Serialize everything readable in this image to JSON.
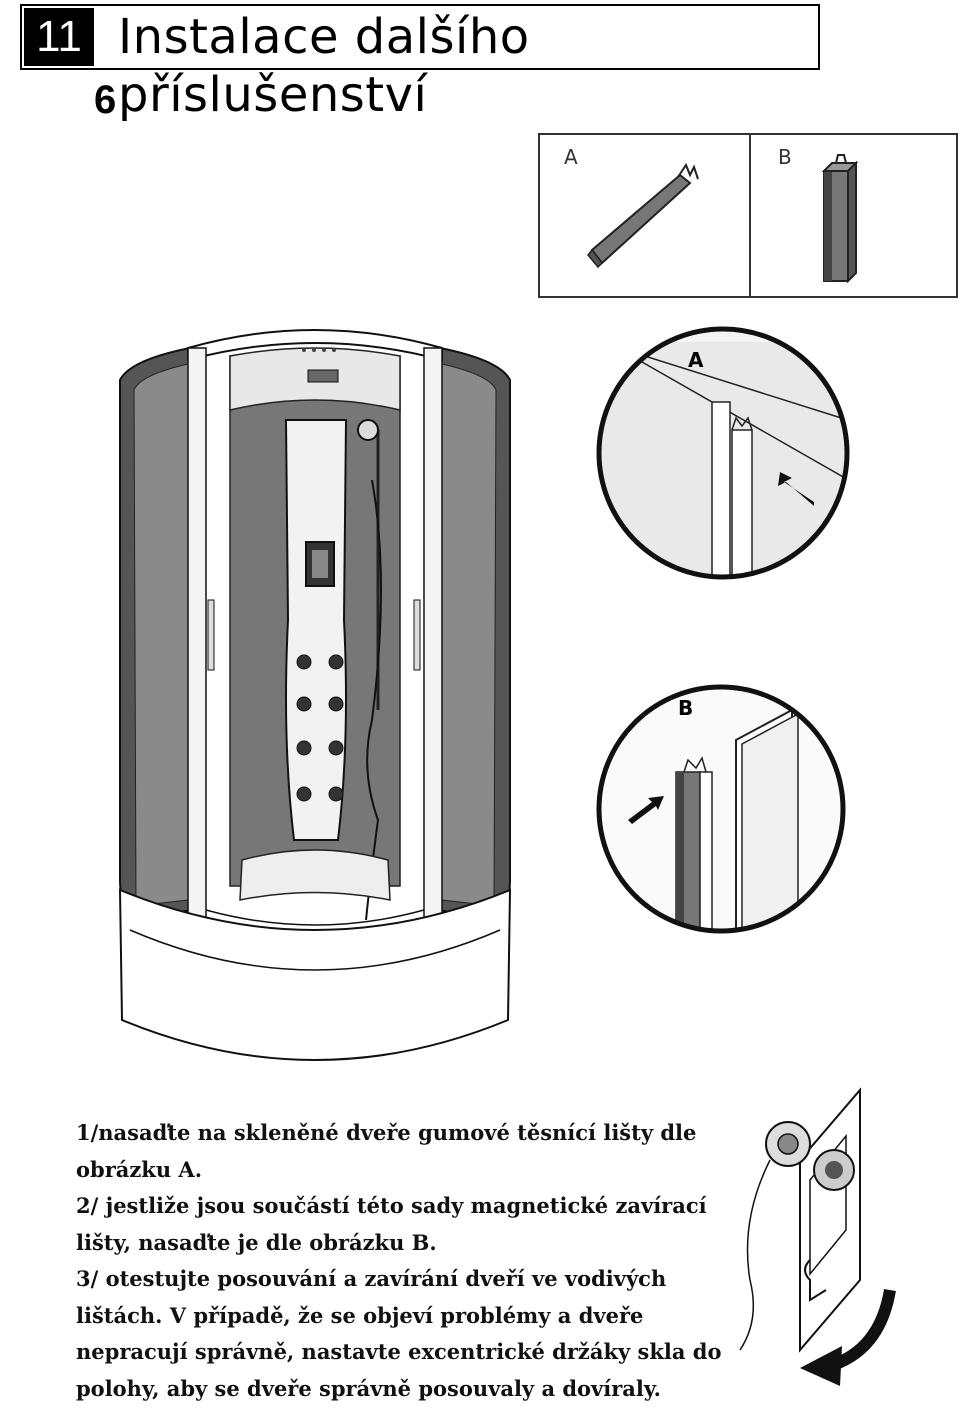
{
  "header": {
    "section_number": "11",
    "title": "Instalace dalšího příslušenství"
  },
  "step": {
    "number": "6"
  },
  "parts": {
    "a_label": "A",
    "b_label": "B"
  },
  "details": {
    "a_label": "A",
    "b_label": "B"
  },
  "instructions": {
    "line1": "1/nasaďte na skleněné dveře gumové těsnící lišty dle",
    "line2": "obrázku A.",
    "line3": "2/ jestliže jsou součástí této sady magnetické zavírací",
    "line4": "lišty, nasaďte je dle obrázku B.",
    "line5": "3/ otestujte posouvání a zavírání dveří ve vodivých",
    "line6": "lištách. V případě, že se objeví problémy a dveře",
    "line7": "nepracují správně, nastavte excentrické držáky skla do",
    "line8": "polohy, aby se dveře správně posouvaly a dovíraly."
  }
}
